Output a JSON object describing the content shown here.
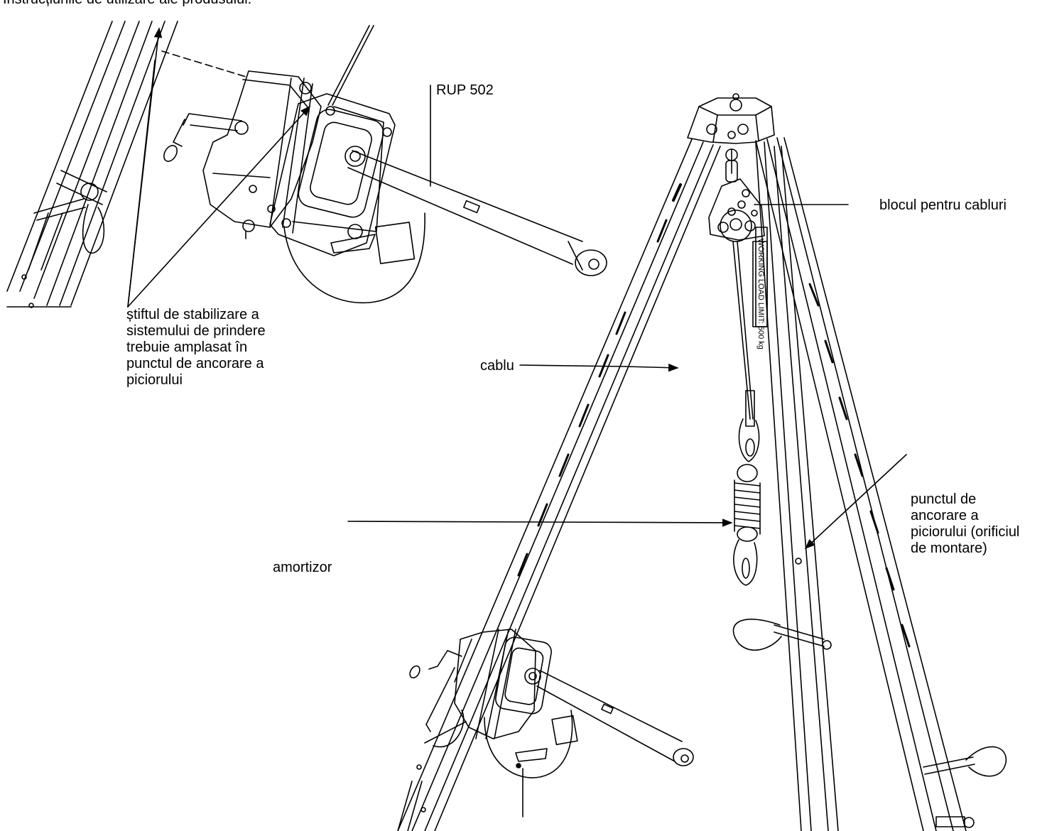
{
  "top_note": "Instrucțiunile de utilizare ale produsului.",
  "labels": {
    "rup": "RUP 502",
    "pin_line1": "știftul de stabilizare a",
    "pin_line2": "sistemului de prindere",
    "pin_line3": "trebuie amplasat în",
    "pin_line4": "punctul de ancorare a",
    "pin_line5": "piciorului",
    "cable": "cablu",
    "pulley": "blocul pentru cabluri",
    "absorber": "amortizor",
    "anchor_line1": "punctul de",
    "anchor_line2": "ancorare a",
    "anchor_line3": "piciorului (orificiul",
    "anchor_line4": "de montare)"
  },
  "leg_marking": "WORKING LOAD LIMIT: 500 kg"
}
